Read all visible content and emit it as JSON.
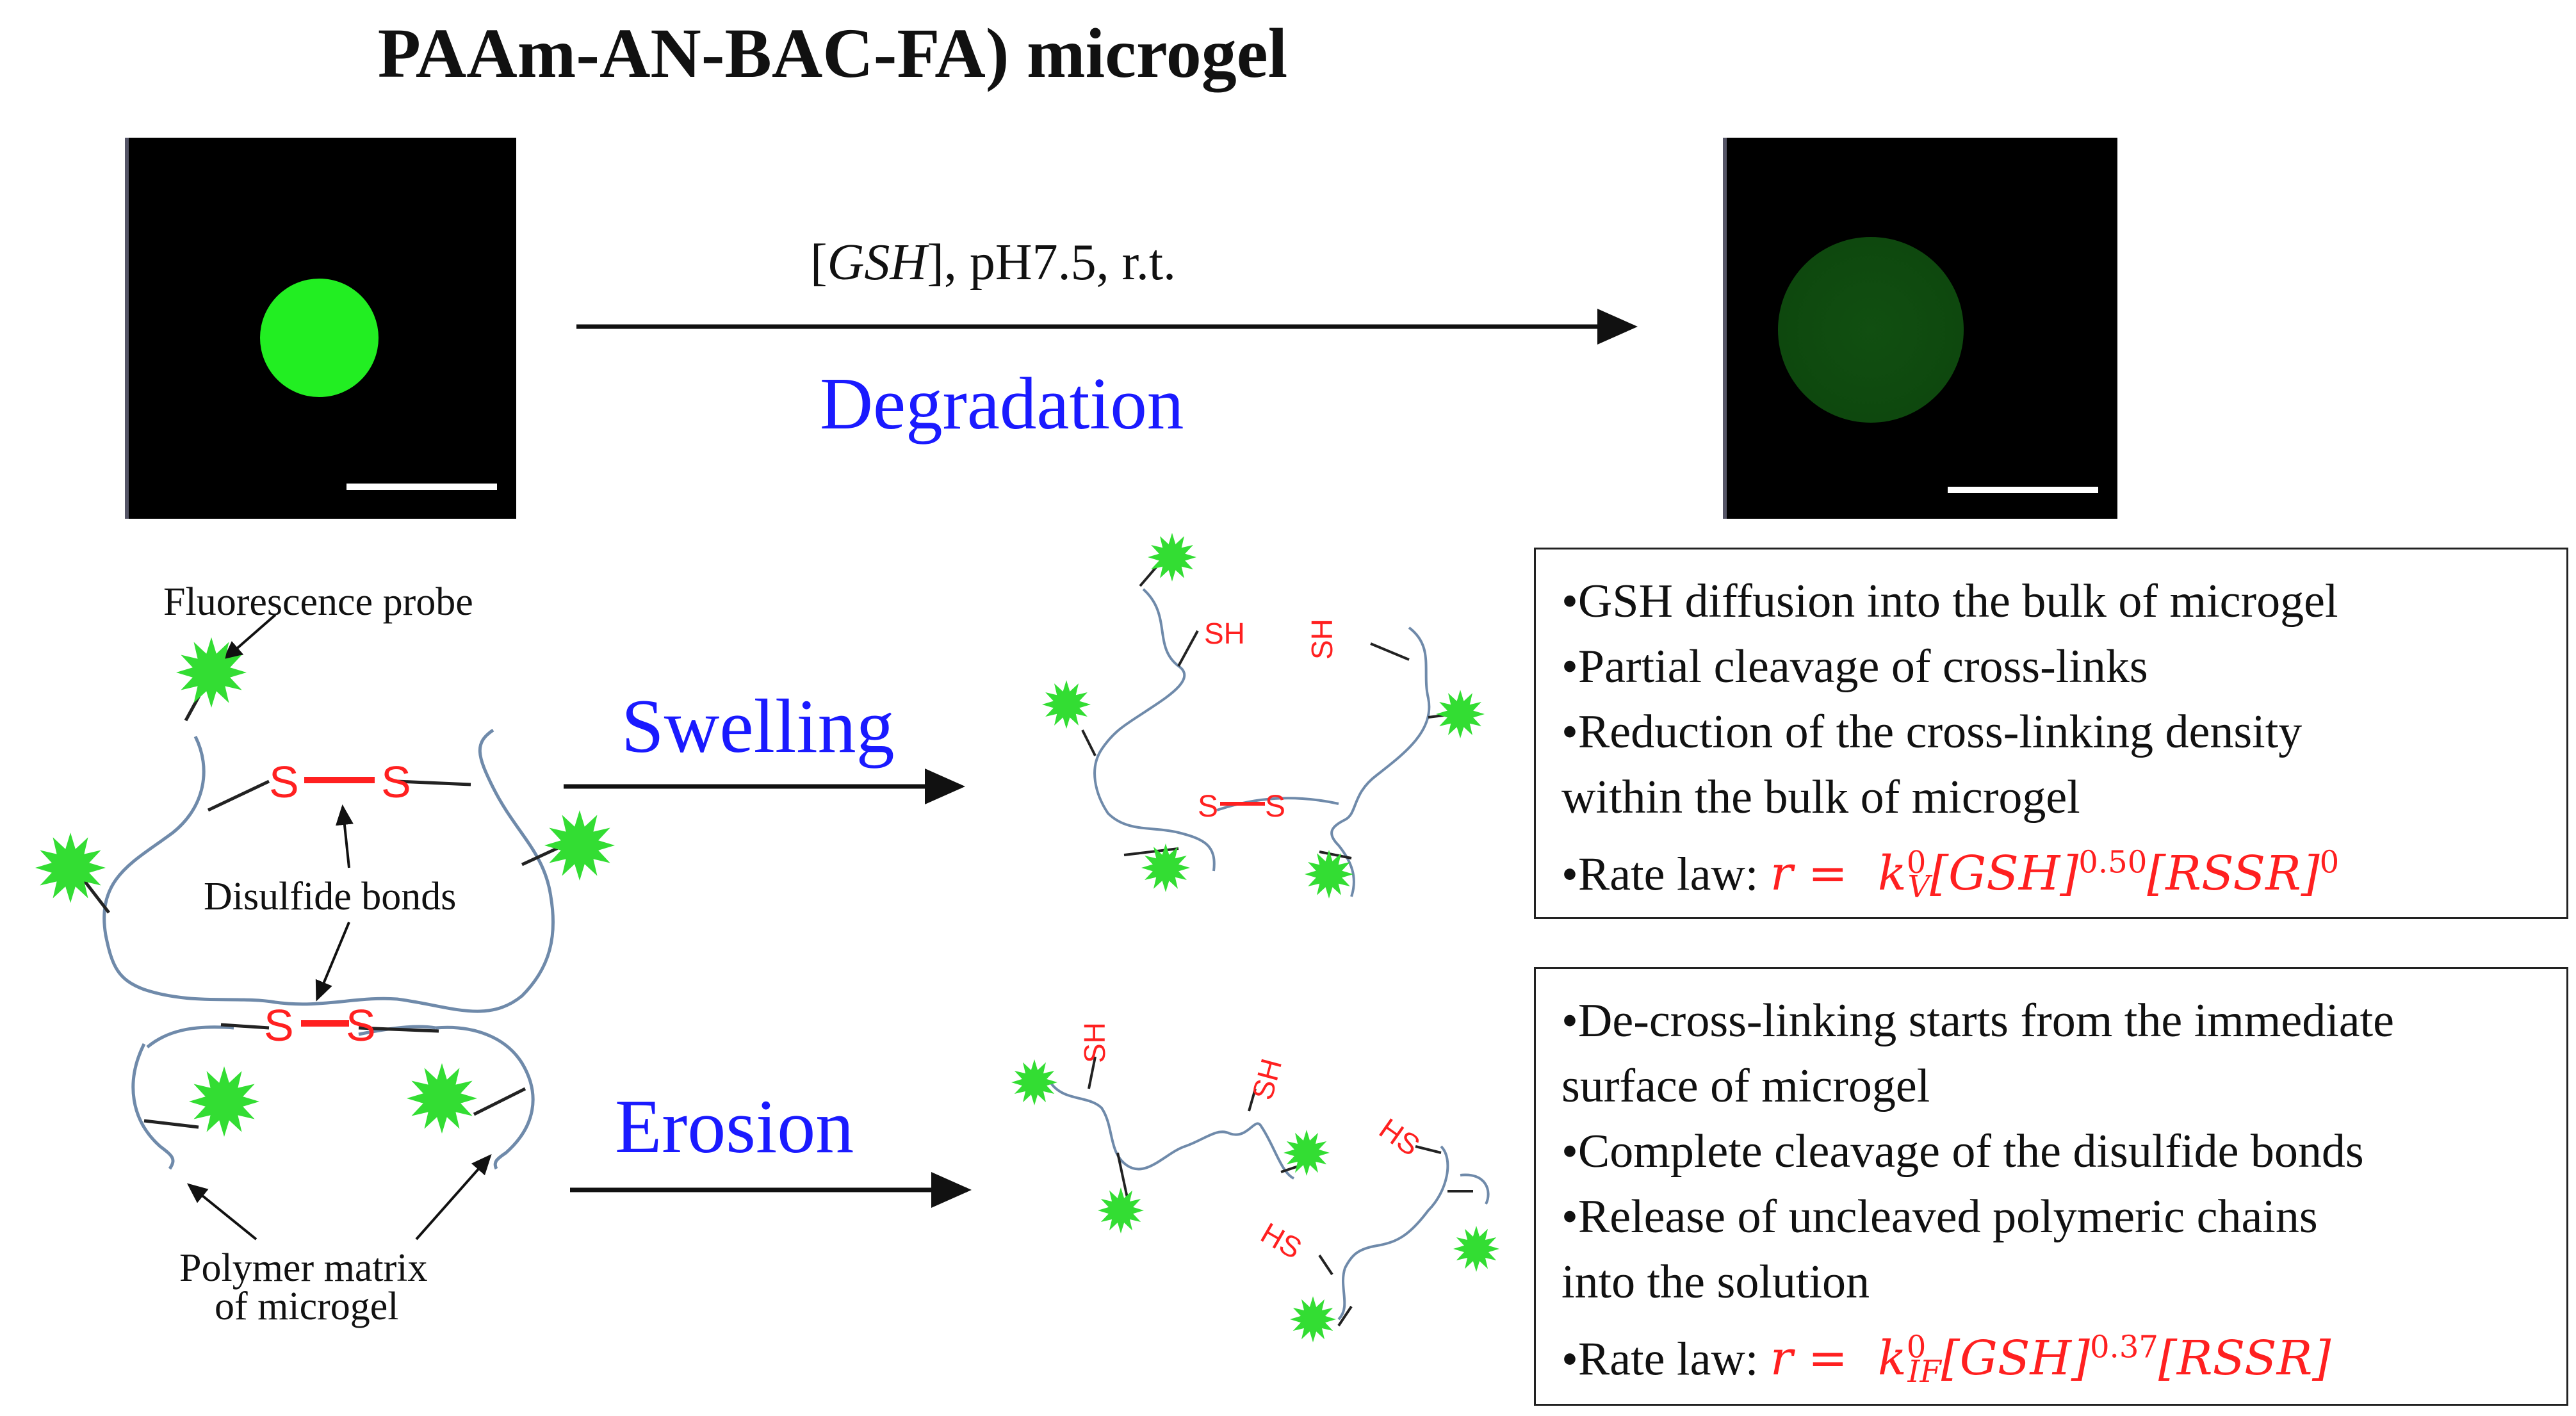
{
  "title": "PAAm-AN-BAC-FA) microgel",
  "conditions": "[GSH], pH7.5, r.t.",
  "conditions_parts": {
    "italic": "GSH",
    "rest": "], pH7.5, r.t."
  },
  "degradation": "Degradation",
  "labels": {
    "fluorescence_probe": "Fluorescence probe",
    "disulfide_bonds": "Disulfide bonds",
    "polymer_matrix_1": "Polymer matrix",
    "polymer_matrix_2": "of microgel",
    "swelling": "Swelling",
    "erosion": "Erosion",
    "s": "S",
    "sh": "SH",
    "hs": "HS"
  },
  "swelling_box": {
    "lines": [
      "•GSH diffusion into the bulk of microgel",
      "•Partial cleavage of cross-links",
      "•Reduction of the cross-linking density",
      "within the bulk of microgel"
    ],
    "rate_prefix": "•Rate law:",
    "rate_law": "r =  kV0[GSH]0.50[RSSR]0"
  },
  "erosion_box": {
    "lines": [
      "•De-cross-linking starts from the immediate",
      "surface of microgel",
      "•Complete cleavage of the disulfide bonds",
      "•Release of uncleaved polymeric chains",
      "into the solution"
    ],
    "rate_prefix": "•Rate law:",
    "rate_law": "r =  kIF0[GSH]0.37[RSSR]"
  },
  "colors": {
    "probe_green": "#33dd33",
    "bright_dot": "#22ee22",
    "dim_dot": "#0e4a0e",
    "disulfide_red": "#ff2020",
    "chain_blue": "#6f8aaa",
    "label_blue": "#1a1aff"
  }
}
